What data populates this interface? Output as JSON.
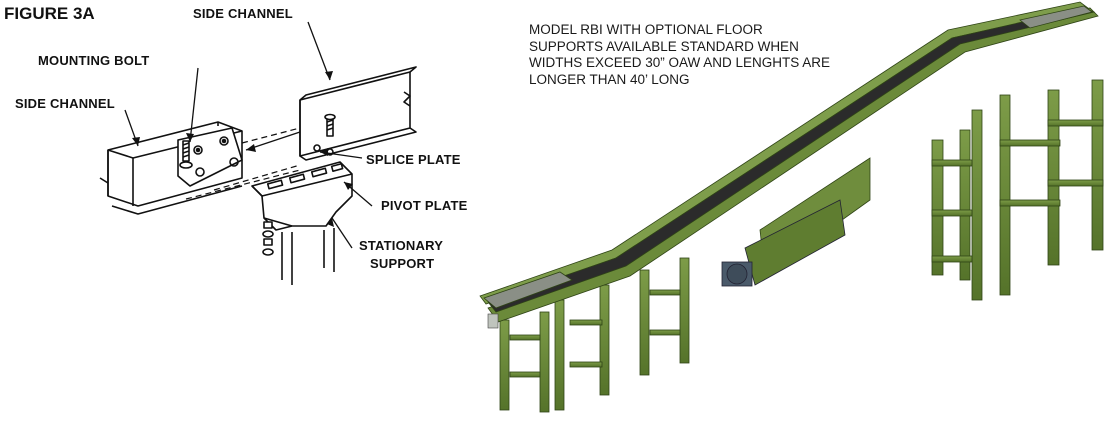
{
  "figure_title": "FIGURE 3A",
  "labels": {
    "side_channel_top": "SIDE CHANNEL",
    "mounting_bolt": "MOUNTING BOLT",
    "side_channel_left": "SIDE CHANNEL",
    "splice_plate": "SPLICE PLATE",
    "pivot_plate": "PIVOT PLATE",
    "stationary_support_1": "STATIONARY",
    "stationary_support_2": "SUPPORT"
  },
  "caption": {
    "line1": "MODEL RBI WITH OPTIONAL FLOOR",
    "line2": "SUPPORTS AVAILABLE STANDARD WHEN",
    "line3": "WIDTHS EXCEED 30” OAW AND LENGHTS ARE",
    "line4": "LONGER THAN 40’ LONG"
  },
  "colors": {
    "frame_green": "#6b8a3a",
    "frame_dark": "#3f5a22",
    "belt": "#2b2b2b",
    "motor": "#4a5a6a"
  }
}
